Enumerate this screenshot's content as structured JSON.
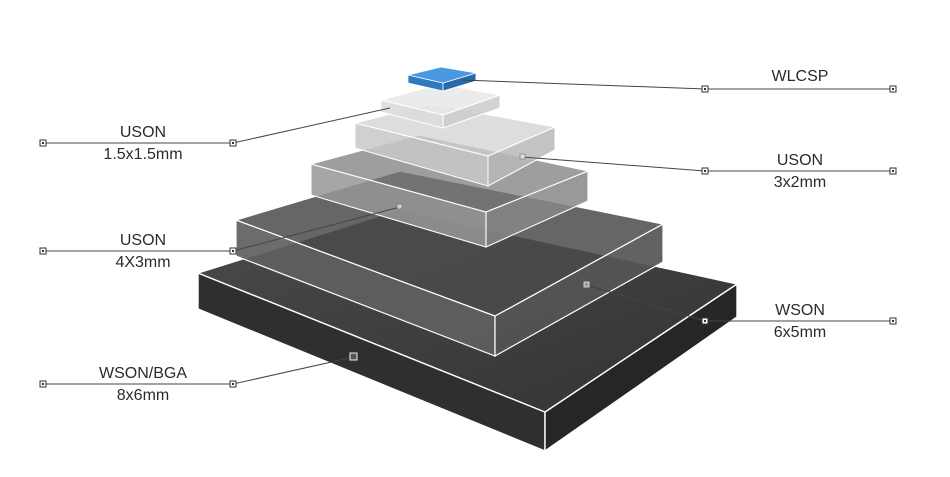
{
  "packages": [
    {
      "id": "wlcsp",
      "name": "WLCSP",
      "size": ""
    },
    {
      "id": "uson-15",
      "name": "USON",
      "size": "1.5x1.5mm"
    },
    {
      "id": "uson-32",
      "name": "USON",
      "size": "3x2mm"
    },
    {
      "id": "uson-43",
      "name": "USON",
      "size": "4X3mm"
    },
    {
      "id": "wson-65",
      "name": "WSON",
      "size": "6x5mm"
    },
    {
      "id": "wson-bga",
      "name": "WSON/BGA",
      "size": "8x6mm"
    }
  ],
  "colors": {
    "highlight": "#3f8fd6",
    "base": "#3a3a3a",
    "leader": "#444444",
    "text": "#2b2b2b"
  }
}
